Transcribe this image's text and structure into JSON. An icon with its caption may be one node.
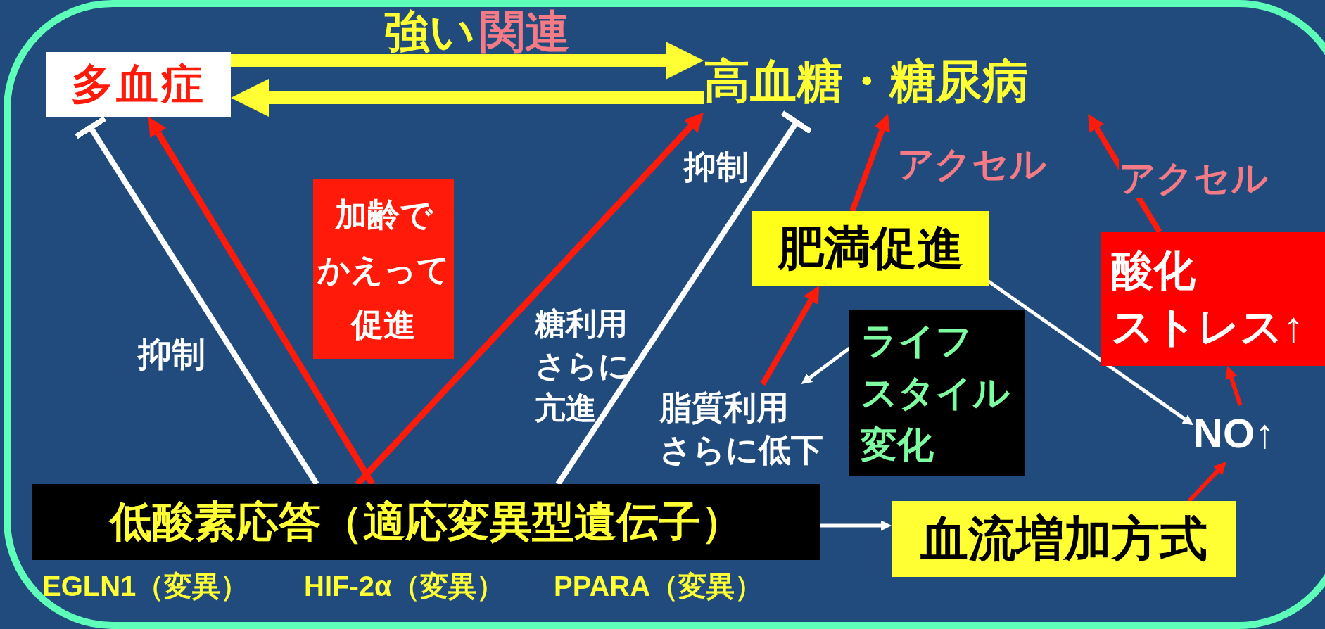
{
  "diagram": {
    "nodes": [
      {
        "text": [
          "多血症"
        ]
      },
      {
        "text": [
          "高血糖・糖尿病"
        ]
      },
      {
        "text": [
          "加齢でかえって促進"
        ]
      },
      {
        "text": [
          "肥満促進"
        ]
      },
      {
        "text": [
          "酸化ストレス↑"
        ]
      },
      {
        "text": [
          "ライフスタイル変化"
        ]
      },
      {
        "text": [
          "NO↑"
        ]
      },
      {
        "text": [
          "低酸素応答（適応変異型遺伝子）"
        ],
        "beside": [
          "EGLN1（変異）",
          "HIF-2α（変異）",
          "PPARA（変異）"
        ]
      },
      {
        "text": [
          "血流増加方式"
        ]
      },
      {
        "text": [
          "脂質利用さらに低下"
        ]
      }
    ],
    "edges": [
      {
        "from": 0,
        "to": 1,
        "arrow": "to",
        "style": "thick",
        "color": "#ffff33"
      },
      {
        "from": 1,
        "to": 0,
        "arrow": "to",
        "style": "thick",
        "color": "#ffff33"
      },
      {
        "from": 7,
        "to": 0,
        "arrow": "to"
      },
      {
        "from": 7,
        "to": 1,
        "arrow": "to"
      },
      {
        "from": 7,
        "to": 0,
        "arrow": "other",
        "label": "抑制",
        "color": "#ffffff"
      },
      {
        "from": 7,
        "to": 1,
        "arrow": "other",
        "label": "抑制",
        "color": "#ffffff"
      },
      {
        "from": 3,
        "to": 1,
        "arrow": "to",
        "label": "アクセル"
      },
      {
        "from": 4,
        "to": 1,
        "arrow": "to",
        "label": "アクセル"
      },
      {
        "from": 9,
        "to": 3,
        "arrow": "to"
      },
      {
        "from": 5,
        "to": 9,
        "arrow": "to",
        "color": "#ffffff"
      },
      {
        "from": 3,
        "to": 6,
        "arrow": "to",
        "color": "#ffffff"
      },
      {
        "from": 8,
        "to": 6,
        "arrow": "to"
      },
      {
        "from": 6,
        "to": 4,
        "arrow": "to"
      },
      {
        "from": 7,
        "to": 8,
        "arrow": "to",
        "color": "#ffffff"
      }
    ],
    "labels": [
      "強い",
      "関連",
      "糖利用さらに亢進"
    ]
  }
}
